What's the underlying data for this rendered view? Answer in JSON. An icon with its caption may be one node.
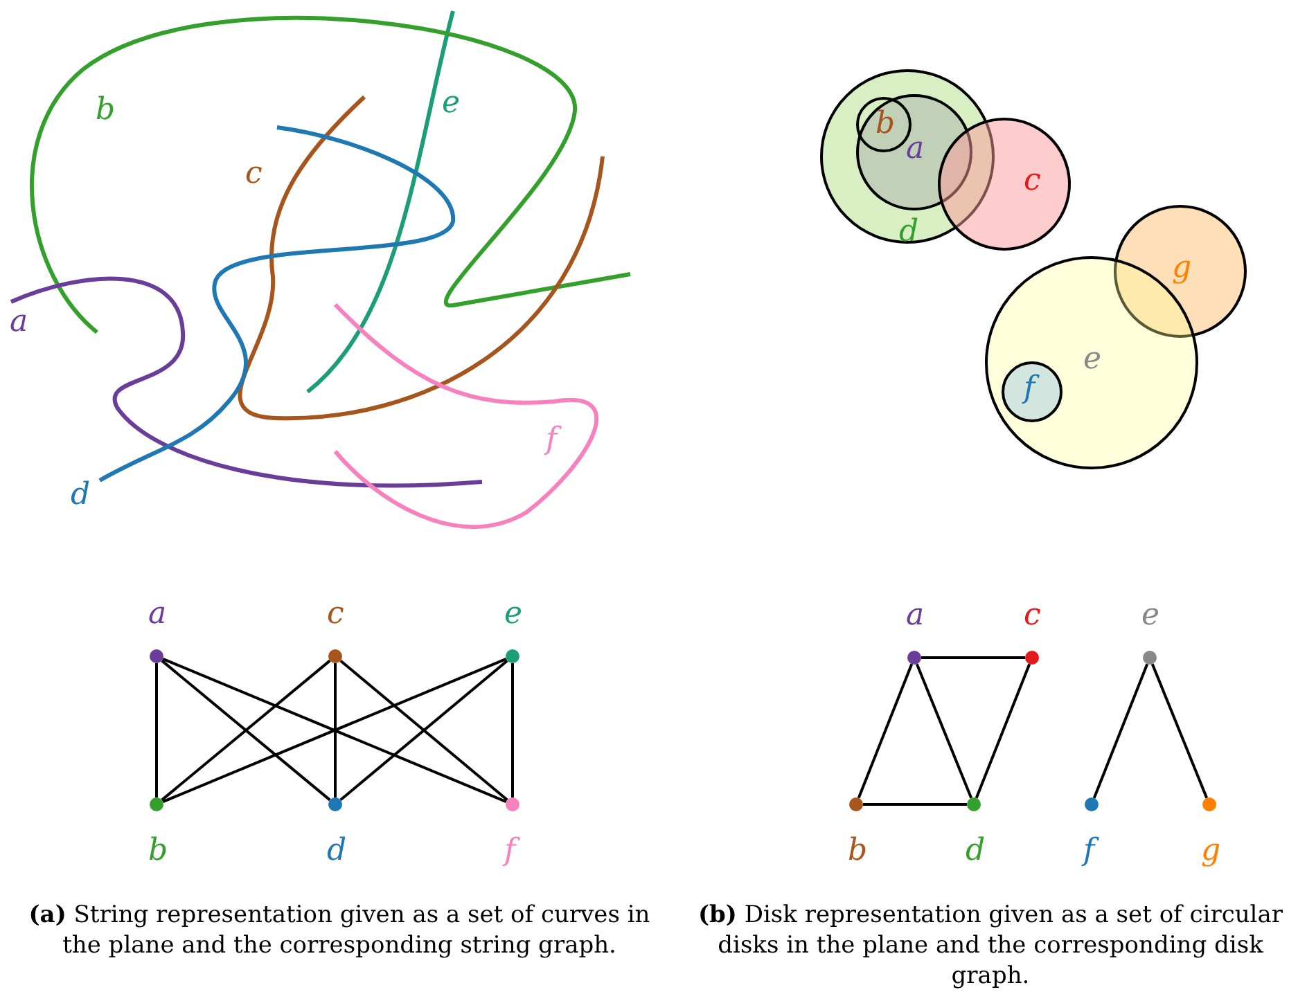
{
  "diagram": {
    "nodes": [
      {
        "text": [
          "d"
        ]
      },
      {
        "text": [
          "a"
        ],
        "in": 0
      },
      {
        "text": [
          "b"
        ],
        "in": 1
      },
      {
        "text": [
          "c"
        ]
      },
      {
        "text": [
          "g"
        ]
      },
      {
        "text": [
          "e"
        ]
      },
      {
        "text": [
          "f"
        ],
        "in": 5
      },
      {
        "text": [],
        "shape": "circle",
        "beside": [
          "a"
        ]
      },
      {
        "text": [],
        "shape": "circle",
        "beside": [
          "c"
        ]
      },
      {
        "text": [],
        "shape": "circle",
        "beside": [
          "e"
        ]
      },
      {
        "text": [],
        "shape": "circle",
        "beside": [
          "b"
        ]
      },
      {
        "text": [],
        "shape": "circle",
        "beside": [
          "d"
        ]
      },
      {
        "text": [],
        "shape": "circle",
        "beside": [
          "f"
        ]
      },
      {
        "text": [],
        "shape": "circle",
        "beside": [
          "a"
        ]
      },
      {
        "text": [],
        "shape": "circle",
        "beside": [
          "c"
        ]
      },
      {
        "text": [],
        "shape": "circle",
        "beside": [
          "e"
        ]
      },
      {
        "text": [],
        "shape": "circle",
        "beside": [
          "b"
        ]
      },
      {
        "text": [],
        "shape": "circle",
        "beside": [
          "d"
        ]
      },
      {
        "text": [],
        "shape": "circle",
        "beside": [
          "f"
        ]
      },
      {
        "text": [],
        "shape": "circle",
        "beside": [
          "g"
        ]
      }
    ],
    "edges": [
      {
        "from": 7,
        "to": 10,
        "arrow": "none"
      },
      {
        "from": 7,
        "to": 11,
        "arrow": "none"
      },
      {
        "from": 7,
        "to": 12,
        "arrow": "none"
      },
      {
        "from": 8,
        "to": 10,
        "arrow": "none"
      },
      {
        "from": 8,
        "to": 11,
        "arrow": "none"
      },
      {
        "from": 8,
        "to": 12,
        "arrow": "none"
      },
      {
        "from": 9,
        "to": 10,
        "arrow": "none"
      },
      {
        "from": 9,
        "to": 11,
        "arrow": "none"
      },
      {
        "from": 9,
        "to": 12,
        "arrow": "none"
      },
      {
        "from": 13,
        "to": 14,
        "arrow": "none"
      },
      {
        "from": 13,
        "to": 16,
        "arrow": "none"
      },
      {
        "from": 13,
        "to": 17,
        "arrow": "none"
      },
      {
        "from": 14,
        "to": 17,
        "arrow": "none"
      },
      {
        "from": 16,
        "to": 17,
        "arrow": "none"
      },
      {
        "from": 15,
        "to": 18,
        "arrow": "none"
      },
      {
        "from": 15,
        "to": 19,
        "arrow": "none"
      }
    ],
    "labels": [
      "e",
      "b",
      "c",
      "a",
      "f",
      "d",
      "**(a)** String representation given as a set of curves in the plane and the corresponding string graph.",
      "**(b)** Disk representation given as a set of circular disks in the plane and the corresponding disk graph."
    ]
  }
}
